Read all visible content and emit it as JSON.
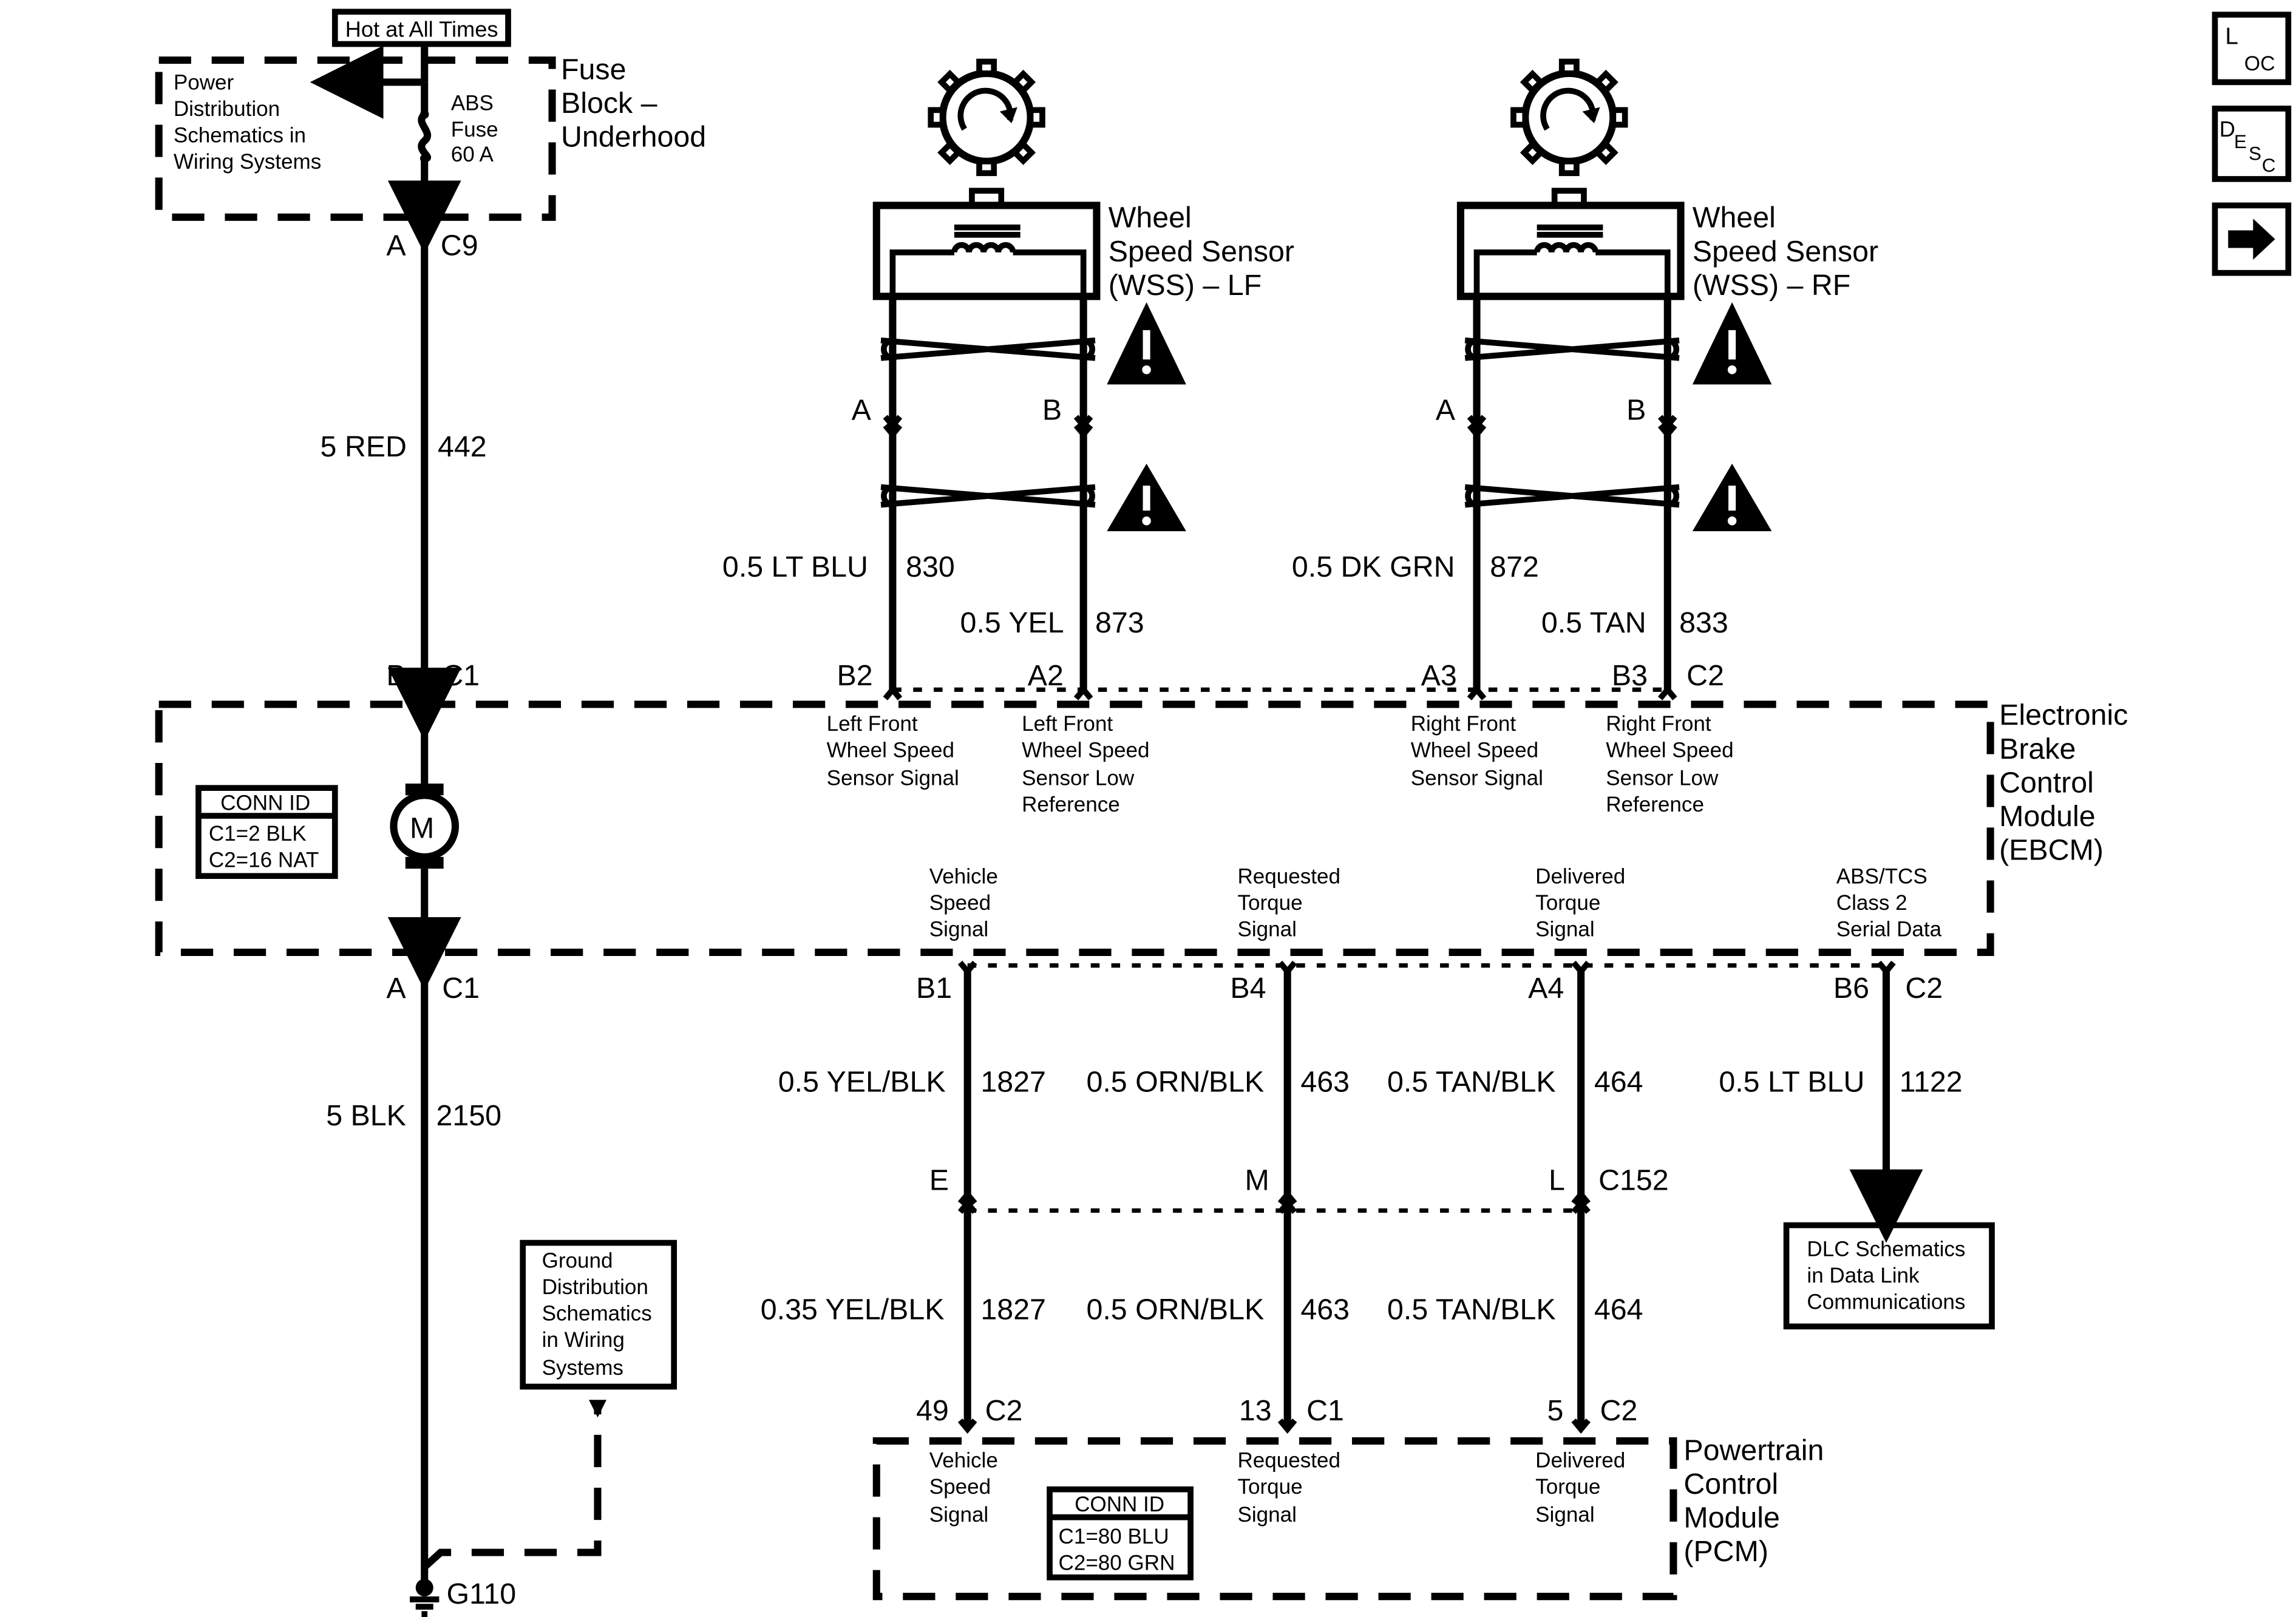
{
  "nav": {
    "loc": {
      "big": "L",
      "small": "OC"
    },
    "desc": {
      "big": "D",
      "small1": "E",
      "small2": "S",
      "small3": "C"
    }
  },
  "fuse": {
    "hot": "Hot at All Times",
    "pds": [
      "Power",
      "Distribution",
      "Schematics in",
      "Wiring Systems"
    ],
    "abs": [
      "ABS",
      "Fuse",
      "60 A"
    ],
    "block": [
      "Fuse",
      "Block –",
      "Underhood"
    ]
  },
  "connectors": {
    "a_c9": [
      "A",
      "C9"
    ],
    "b_c1": [
      "B",
      "C1"
    ],
    "a_c1": [
      "A",
      "C1"
    ],
    "b2": "B2",
    "a2": "A2",
    "a3": "A3",
    "b3": "B3",
    "c2_top": "C2",
    "b1": "B1",
    "b4": "B4",
    "a4": "A4",
    "b6": "B6",
    "c2_mid": "C2",
    "e": "E",
    "m": "M",
    "l": "L",
    "c152": "C152",
    "p49": "49",
    "p49c": "C2",
    "p13": "13",
    "p13c": "C1",
    "p5": "5",
    "p5c": "C2",
    "wss_lf_a": "A",
    "wss_lf_b": "B",
    "wss_rf_a": "A",
    "wss_rf_b": "B"
  },
  "wires": {
    "red": [
      "5 RED",
      "442"
    ],
    "blk": [
      "5 BLK",
      "2150"
    ],
    "ltblu830": [
      "0.5 LT BLU",
      "830"
    ],
    "yel873": [
      "0.5 YEL",
      "873"
    ],
    "dkgrn872": [
      "0.5 DK GRN",
      "872"
    ],
    "tan833": [
      "0.5 TAN",
      "833"
    ],
    "yelblk": [
      "0.5 YEL/BLK",
      "1827"
    ],
    "ornblk": [
      "0.5 ORN/BLK",
      "463"
    ],
    "tanblk": [
      "0.5 TAN/BLK",
      "464"
    ],
    "ltblu1122": [
      "0.5 LT BLU",
      "1122"
    ],
    "yelblk035": [
      "0.35 YEL/BLK",
      "1827"
    ],
    "ornblk2": [
      "0.5 ORN/BLK",
      "463"
    ],
    "tanblk2": [
      "0.5 TAN/BLK",
      "464"
    ]
  },
  "sensors": {
    "lf": [
      "Wheel",
      "Speed Sensor",
      "(WSS) – LF"
    ],
    "rf": [
      "Wheel",
      "Speed Sensor",
      "(WSS) – RF"
    ]
  },
  "ebcm": {
    "name": [
      "Electronic",
      "Brake",
      "Control",
      "Module",
      "(EBCM)"
    ],
    "conn_id": [
      "CONN ID",
      "C1=2 BLK",
      "C2=16 NAT"
    ],
    "motor": "M",
    "sig_lf": [
      "Left Front",
      "Wheel Speed",
      "Sensor Signal"
    ],
    "sig_lf_low": [
      "Left Front",
      "Wheel Speed",
      "Sensor Low",
      "Reference"
    ],
    "sig_rf": [
      "Right Front",
      "Wheel Speed",
      "Sensor Signal"
    ],
    "sig_rf_low": [
      "Right Front",
      "Wheel Speed",
      "Sensor Low",
      "Reference"
    ],
    "vss": [
      "Vehicle",
      "Speed",
      "Signal"
    ],
    "req": [
      "Requested",
      "Torque",
      "Signal"
    ],
    "del": [
      "Delivered",
      "Torque",
      "Signal"
    ],
    "abs": [
      "ABS/TCS",
      "Class 2",
      "Serial Data"
    ]
  },
  "pcm": {
    "name": [
      "Powertrain",
      "Control",
      "Module",
      "(PCM)"
    ],
    "conn_id": [
      "CONN ID",
      "C1=80 BLU",
      "C2=80 GRN"
    ],
    "vss": [
      "Vehicle",
      "Speed",
      "Signal"
    ],
    "req": [
      "Requested",
      "Torque",
      "Signal"
    ],
    "del": [
      "Delivered",
      "Torque",
      "Signal"
    ]
  },
  "ground": {
    "box": [
      "Ground",
      "Distribution",
      "Schematics",
      "in Wiring",
      "Systems"
    ],
    "name": "G110"
  },
  "dlc": [
    "DLC Schematics",
    "in Data Link",
    "Communications"
  ]
}
